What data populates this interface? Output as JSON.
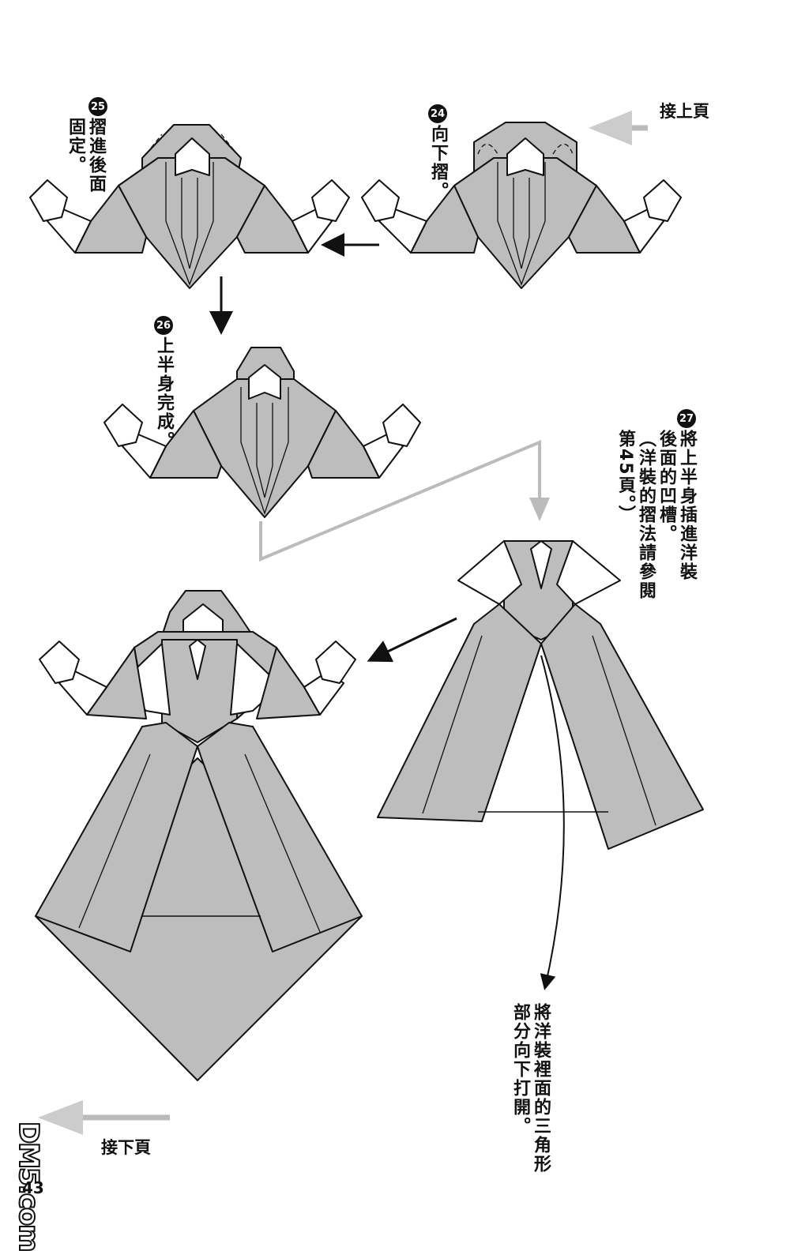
{
  "nav": {
    "continue_from_prev": "接上頁",
    "continue_to_next": "接下頁"
  },
  "steps": [
    {
      "number": "24",
      "text": "向下摺。"
    },
    {
      "number": "25",
      "text": "摺進後面\n固定。"
    },
    {
      "number": "26",
      "text": "上半身完成。"
    },
    {
      "number": "27",
      "text": "將上半身插進洋裝\n後面的凹槽。\n（洋裝的摺法請參閱\n第45頁。）"
    }
  ],
  "notes": {
    "open_triangle": "將洋裝裡面的三角形\n部分向下打開。"
  },
  "page": {
    "number": "43",
    "watermark": "DM5.com"
  },
  "colors": {
    "paper": "#bdbdbd",
    "line": "#111111",
    "hint_arrow": "#bbbbbb"
  }
}
